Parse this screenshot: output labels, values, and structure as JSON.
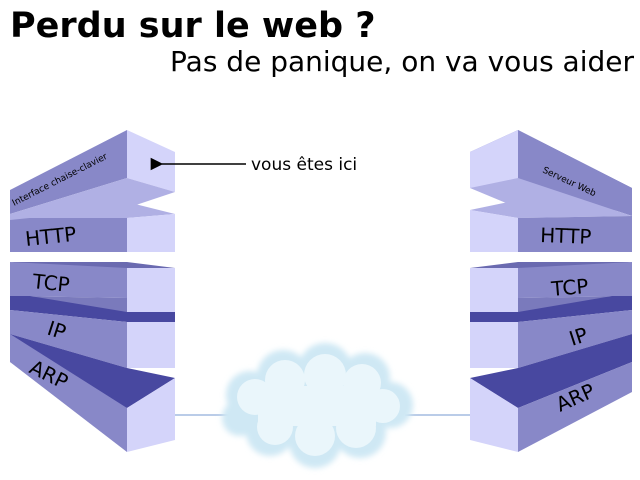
{
  "header": {
    "title": "Perdu sur le web ?",
    "subtitle": "Pas de panique, on va vous aider"
  },
  "left_stack": {
    "layers": [
      "Interface chaise-clavier",
      "HTTP",
      "TCP",
      "IP",
      "ARP"
    ]
  },
  "right_stack": {
    "layers": [
      "Serveur Web",
      "HTTP",
      "TCP",
      "IP",
      "ARP"
    ]
  },
  "annotation": {
    "text": "vous êtes ici",
    "icon": "arrow-left-icon"
  },
  "network": {
    "icon": "cloud-icon"
  },
  "colors": {
    "front": "#8888c8",
    "top": "#b0b0e4",
    "side": "#d4d4fa",
    "slope": "#4848a0",
    "edge": "#cacaf2",
    "cloud": "#e4f4fa",
    "link": "#a4bce0"
  }
}
